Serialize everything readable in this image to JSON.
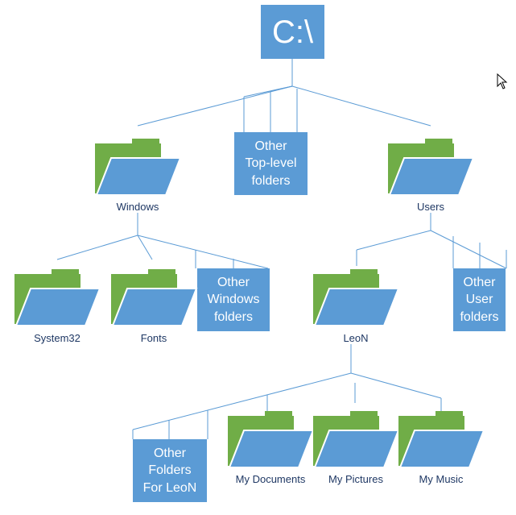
{
  "root": {
    "label": "C:\\"
  },
  "nodes": {
    "top_other": {
      "label": "Other\nTop-level\nfolders"
    },
    "windows": {
      "label": "Windows"
    },
    "users": {
      "label": "Users"
    },
    "system32": {
      "label": "System32"
    },
    "fonts": {
      "label": "Fonts"
    },
    "windows_other": {
      "label": "Other\nWindows\nfolders"
    },
    "leon": {
      "label": "LeoN"
    },
    "users_other": {
      "label": "Other\nUser\nfolders"
    },
    "leon_other": {
      "label": "Other\nFolders\nFor LeoN"
    },
    "my_documents": {
      "label": "My Documents"
    },
    "my_pictures": {
      "label": "My Pictures"
    },
    "my_music": {
      "label": "My Music"
    }
  },
  "colors": {
    "folder_back": "#70ad47",
    "folder_front": "#5b9bd5",
    "box_fill": "#5b9bd5",
    "connector": "#5b9bd5",
    "label_text": "#1f3864"
  },
  "icons": {
    "folder": "folder-icon",
    "pointer": "mouse-pointer-icon"
  }
}
